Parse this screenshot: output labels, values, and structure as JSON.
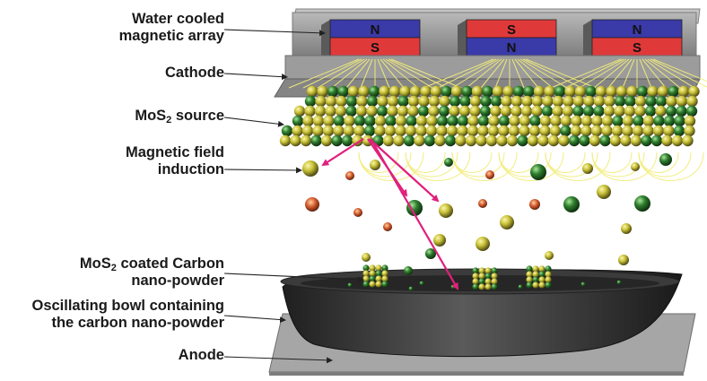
{
  "labels": {
    "magnet_array_line1": "Water cooled",
    "magnet_array_line2": "magnetic array",
    "cathode": "Cathode",
    "source_pre": "MoS",
    "source_sub": "2",
    "source_post": " source",
    "field_line1": "Magnetic field",
    "field_line2": "induction",
    "coated_pre": "MoS",
    "coated_sub": "2",
    "coated_post": " coated Carbon",
    "coated_line2": "nano-powder",
    "bowl_line1": "Oscillating bowl containing",
    "bowl_line2": "the carbon nano-powder",
    "anode": "Anode"
  },
  "magnets": [
    {
      "top": "N",
      "bottom": "S"
    },
    {
      "top": "S",
      "bottom": "N"
    },
    {
      "top": "N",
      "bottom": "S"
    }
  ],
  "colors": {
    "north_pole": "#3a3aa8",
    "south_pole": "#e0393a",
    "frame": "#8d8d8d",
    "atom_yellow": "#c9c237",
    "atom_green": "#2e7d2e",
    "field_lines": "#f2ec7a",
    "arrows": "#e0207c",
    "bowl": "#2b2b2b",
    "anode": "#a9a9a9"
  }
}
